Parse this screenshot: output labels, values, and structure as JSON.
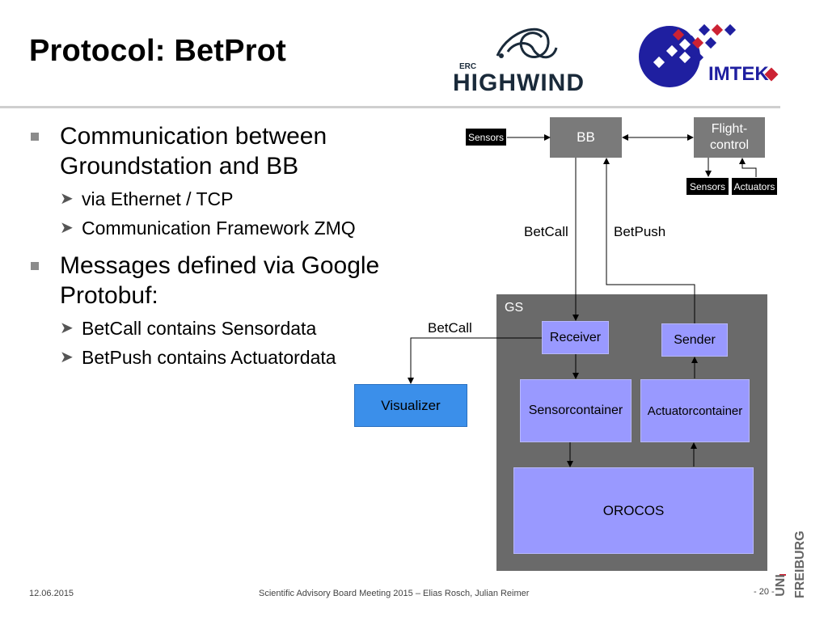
{
  "slide": {
    "title": "Protocol: BetProt",
    "bullets": [
      {
        "text": "Communication between Groundstation and BB",
        "subs": [
          "via Ethernet / TCP",
          "Communication Framework ZMQ"
        ]
      },
      {
        "text": "Messages defined via Google Protobuf:",
        "subs": [
          "BetCall contains Sensordata",
          "BetPush contains Actuatordata"
        ]
      }
    ]
  },
  "logos": {
    "highwind": {
      "prefix": "ERC",
      "name": "HIGHWIND"
    },
    "imtek": {
      "name": "IMTEK"
    },
    "uni": {
      "top": "UNI",
      "bottom": "FREIBURG"
    }
  },
  "diagram": {
    "bb": "BB",
    "flight_control": "Flight-control",
    "sensors_bb": "Sensors",
    "sensors_fc": "Sensors",
    "actuators_fc": "Actuators",
    "betcall_label": "BetCall",
    "betpush_label": "BetPush",
    "gs_label": "GS",
    "receiver": "Receiver",
    "sender": "Sender",
    "sensorcontainer": "Sensorcontainer",
    "actuatorcontainer": "Actuatorcontainer",
    "orocos": "OROCOS",
    "visualizer": "Visualizer",
    "visualizer_betcall_label": "BetCall"
  },
  "footer": {
    "date": "12.06.2015",
    "meeting": "Scientific Advisory Board Meeting 2015 – Elias Rosch, Julian Reimer",
    "page": "- 20 -"
  },
  "colors": {
    "box_gray": "#7a7a7a",
    "gs_gray": "#6a6a6a",
    "purple": "#9999ff",
    "visualizer_blue": "#3b8fea",
    "imtek_blue": "#1f1fa0",
    "imtek_red": "#cc2233"
  }
}
